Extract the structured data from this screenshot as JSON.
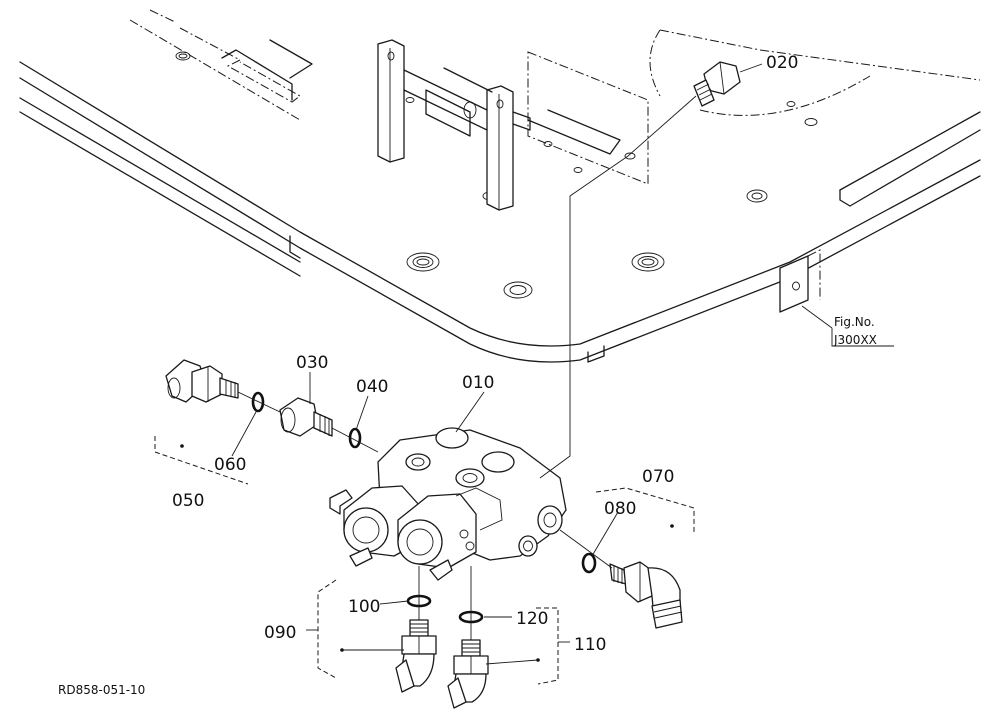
{
  "figure": {
    "fig_title": "Fig.No.",
    "fig_number": "J300XX",
    "code": "RD858-051-10"
  },
  "parts": [
    {
      "id": "p010",
      "label": "010"
    },
    {
      "id": "p020",
      "label": "020"
    },
    {
      "id": "p030",
      "label": "030"
    },
    {
      "id": "p040",
      "label": "040"
    },
    {
      "id": "p050",
      "label": "050"
    },
    {
      "id": "p060",
      "label": "060"
    },
    {
      "id": "p070",
      "label": "070"
    },
    {
      "id": "p080",
      "label": "080"
    },
    {
      "id": "p090",
      "label": "090"
    },
    {
      "id": "p100",
      "label": "100"
    },
    {
      "id": "p110",
      "label": "110"
    },
    {
      "id": "p120",
      "label": "120"
    }
  ]
}
